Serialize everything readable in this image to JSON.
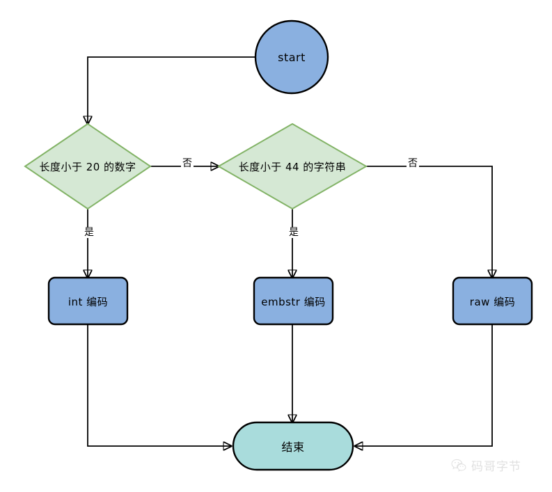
{
  "diagram": {
    "type": "flowchart",
    "title": "",
    "background": "#ffffff",
    "palette": {
      "blue_fill": "#8AB0E0",
      "blue_stroke": "#000000",
      "green_fill": "#D5E8D4",
      "green_stroke": "#82B366",
      "teal_fill": "#A9DCDC",
      "teal_stroke": "#000000",
      "edge_stroke": "#000000",
      "text": "#000000"
    },
    "nodes": [
      {
        "id": "start",
        "label": "start",
        "shape": "circle",
        "fill": "#8AB0E0",
        "stroke": "#000000"
      },
      {
        "id": "d1",
        "label": "长度小于 20 的数字",
        "shape": "diamond",
        "fill": "#D5E8D4",
        "stroke": "#82B366"
      },
      {
        "id": "d2",
        "label": "长度小于 44 的字符串",
        "shape": "diamond",
        "fill": "#D5E8D4",
        "stroke": "#82B366"
      },
      {
        "id": "int",
        "label": "int 编码",
        "shape": "rounded-rect",
        "fill": "#8AB0E0",
        "stroke": "#000000"
      },
      {
        "id": "embstr",
        "label": "embstr 编码",
        "shape": "rounded-rect",
        "fill": "#8AB0E0",
        "stroke": "#000000"
      },
      {
        "id": "raw",
        "label": "raw 编码",
        "shape": "rounded-rect",
        "fill": "#8AB0E0",
        "stroke": "#000000"
      },
      {
        "id": "end",
        "label": "结束",
        "shape": "stadium",
        "fill": "#A9DCDC",
        "stroke": "#000000"
      }
    ],
    "edges": [
      {
        "id": "e-start-d1",
        "from": "start",
        "to": "d1",
        "label": ""
      },
      {
        "id": "e-d1-d2",
        "from": "d1",
        "to": "d2",
        "label": "否"
      },
      {
        "id": "e-d1-int",
        "from": "d1",
        "to": "int",
        "label": "是"
      },
      {
        "id": "e-d2-embstr",
        "from": "d2",
        "to": "embstr",
        "label": "是"
      },
      {
        "id": "e-d2-raw",
        "from": "d2",
        "to": "raw",
        "label": "否"
      },
      {
        "id": "e-int-end",
        "from": "int",
        "to": "end",
        "label": ""
      },
      {
        "id": "e-embstr-end",
        "from": "embstr",
        "to": "end",
        "label": ""
      },
      {
        "id": "e-raw-end",
        "from": "raw",
        "to": "end",
        "label": ""
      }
    ]
  },
  "watermark": {
    "text": "码哥字节",
    "icon": "wechat-icon"
  }
}
